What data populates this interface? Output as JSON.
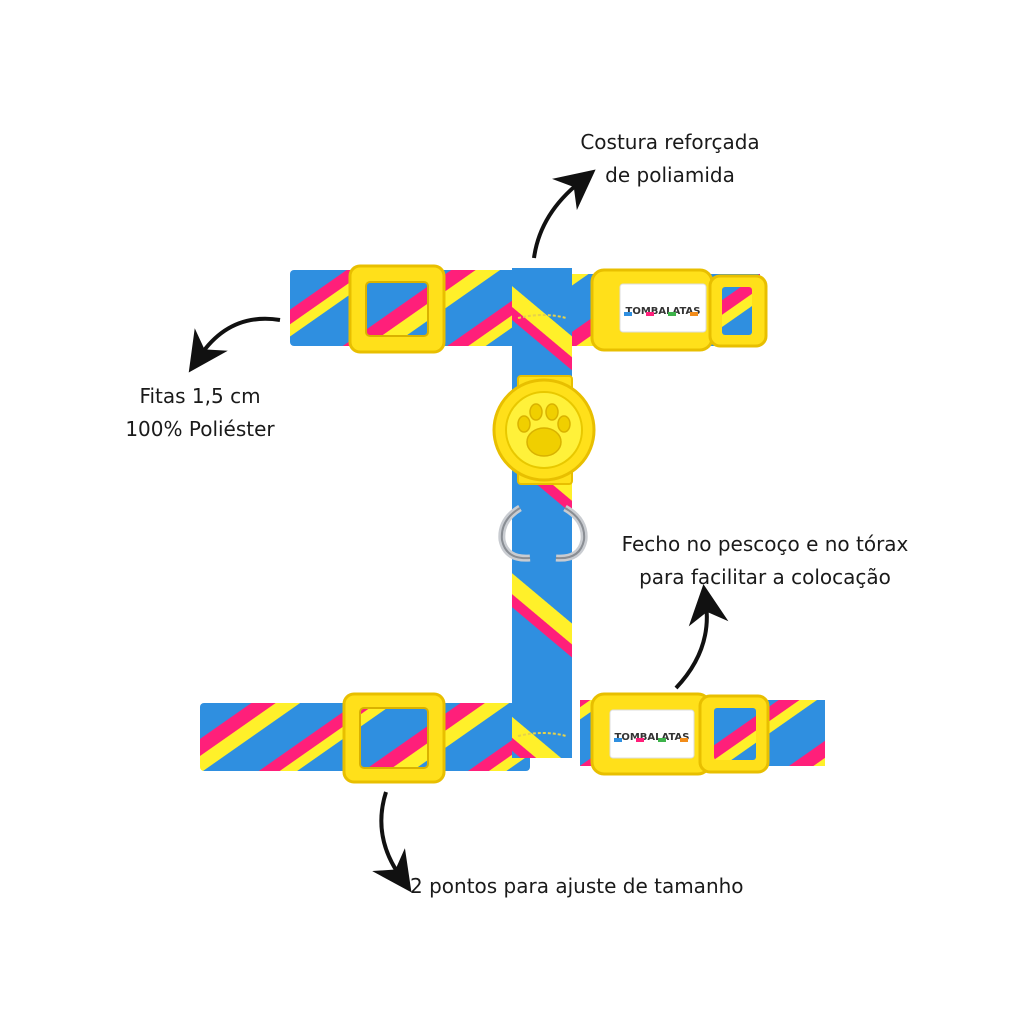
{
  "annotations": {
    "stitching": {
      "line1": "Costura reforçada",
      "line2": "de poliamida"
    },
    "straps": {
      "line1": "Fitas 1,5 cm",
      "line2": "100% Poliéster"
    },
    "buckles": {
      "line1": "Fecho no pescoço e no tórax",
      "line2": "para facilitar a colocação"
    },
    "adjust": {
      "line1": "2 pontos para ajuste de tamanho"
    }
  },
  "brand": {
    "logo_text": "TOMBALATAS"
  },
  "product": {
    "type": "dog-h-harness"
  },
  "colors": {
    "blue": "#2f8fe0",
    "pink": "#ff1f7a",
    "yellow": "#fff02a",
    "hardware": "#ffe01a",
    "hardware_shadow": "#e8bf00",
    "ring": "#c9ccd1",
    "arrow": "#111111"
  }
}
